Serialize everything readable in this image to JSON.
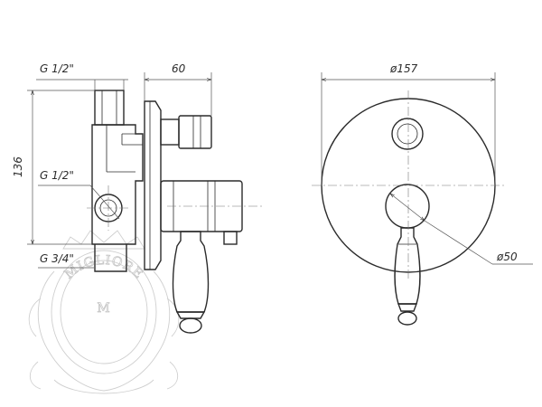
{
  "dimensions": {
    "inlet_top": "G 1/2\"",
    "depth": "60",
    "height": "136",
    "inlet_mid": "G 1/2\"",
    "outlet": "G 3/4\"",
    "plate_diameter": "ø157",
    "handle_diameter": "ø50"
  },
  "watermark": {
    "text": "MIGLIORE",
    "monogram": "M"
  }
}
